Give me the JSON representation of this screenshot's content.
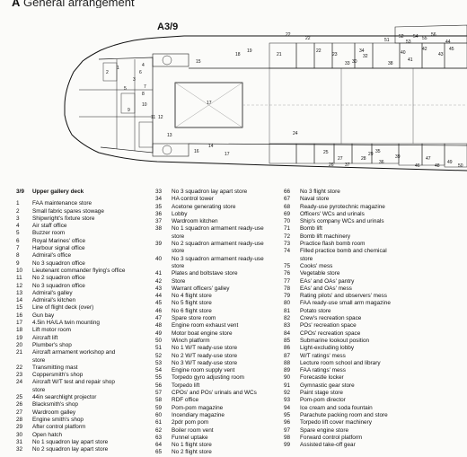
{
  "header": {
    "section_letter": "A",
    "section_title": "General arrangement"
  },
  "plan": {
    "title": "A3/9",
    "labels": [
      "22",
      "22",
      "1",
      "2",
      "3",
      "4",
      "5",
      "6",
      "7",
      "8",
      "9",
      "10",
      "11",
      "12",
      "13",
      "14",
      "15",
      "16",
      "17",
      "17",
      "18",
      "19",
      "21",
      "22",
      "23",
      "24",
      "25",
      "26",
      "27",
      "28",
      "29",
      "30",
      "32",
      "33",
      "34",
      "35",
      "36",
      "37",
      "38",
      "39",
      "40",
      "41",
      "42",
      "43",
      "44",
      "45",
      "46",
      "47",
      "48",
      "49",
      "50",
      "51",
      "52",
      "53",
      "54",
      "55",
      "56"
    ]
  },
  "legend": {
    "title_num": "3/9",
    "title": "Upper gallery deck",
    "columns": [
      [
        {
          "n": "1",
          "t": "FAA maintenance store"
        },
        {
          "n": "2",
          "t": "Small fabric spares stowage"
        },
        {
          "n": "3",
          "t": "Shipwright's fixture store"
        },
        {
          "n": "4",
          "t": "Air staff office"
        },
        {
          "n": "5",
          "t": "Buzzer room"
        },
        {
          "n": "6",
          "t": "Royal Marines' office"
        },
        {
          "n": "7",
          "t": "Harbour signal office"
        },
        {
          "n": "8",
          "t": "Admiral's office"
        },
        {
          "n": "9",
          "t": "No 3 squadron office"
        },
        {
          "n": "10",
          "t": "Lieutenant commander flying's office"
        },
        {
          "n": "11",
          "t": "No 2 squadron office"
        },
        {
          "n": "12",
          "t": "No 3 squadron office"
        },
        {
          "n": "13",
          "t": "Admiral's galley"
        },
        {
          "n": "14",
          "t": "Admiral's kitchen"
        },
        {
          "n": "15",
          "t": "Line of flight deck (over)"
        },
        {
          "n": "16",
          "t": "Gun bay"
        },
        {
          "n": "17",
          "t": "4.5in HA/LA twin mounting"
        },
        {
          "n": "18",
          "t": "Lift motor room"
        },
        {
          "n": "19",
          "t": "Aircraft lift"
        },
        {
          "n": "20",
          "t": "Plumber's shop"
        },
        {
          "n": "21",
          "t": "Aircraft armament workshop and"
        },
        {
          "n": "",
          "t": "store"
        },
        {
          "n": "22",
          "t": "Transmitting mast"
        },
        {
          "n": "23",
          "t": "Coppersmith's shop"
        },
        {
          "n": "24",
          "t": "Aircraft W/T test and repair shop"
        },
        {
          "n": "",
          "t": "store"
        },
        {
          "n": "25",
          "t": "44in searchlight projector"
        },
        {
          "n": "26",
          "t": "Blacksmith's shop"
        },
        {
          "n": "27",
          "t": "Wardroom galley"
        },
        {
          "n": "28",
          "t": "Engine smith's shop"
        },
        {
          "n": "29",
          "t": "After control platform"
        },
        {
          "n": "30",
          "t": "Open hatch"
        },
        {
          "n": "31",
          "t": "No 1 squadron lay apart store"
        },
        {
          "n": "32",
          "t": "No 2 squadron lay apart store"
        }
      ],
      [
        {
          "n": "33",
          "t": "No 3 squadron lay apart store"
        },
        {
          "n": "34",
          "t": "HA control tower"
        },
        {
          "n": "35",
          "t": "Acetone generating store"
        },
        {
          "n": "36",
          "t": "Lobby"
        },
        {
          "n": "37",
          "t": "Wardroom kitchen"
        },
        {
          "n": "38",
          "t": "No 1 squadron armament ready-use"
        },
        {
          "n": "",
          "t": "store"
        },
        {
          "n": "39",
          "t": "No 2 squadron armament ready-use"
        },
        {
          "n": "",
          "t": "store"
        },
        {
          "n": "40",
          "t": "No 3 squadron armament ready-use"
        },
        {
          "n": "",
          "t": "store"
        },
        {
          "n": "41",
          "t": "Plates and boltstave store"
        },
        {
          "n": "42",
          "t": "Store"
        },
        {
          "n": "43",
          "t": "Warrant officers' galley"
        },
        {
          "n": "44",
          "t": "No 4 flight store"
        },
        {
          "n": "45",
          "t": "No 5 flight store"
        },
        {
          "n": "46",
          "t": "No 6 flight store"
        },
        {
          "n": "47",
          "t": "Spare store room"
        },
        {
          "n": "48",
          "t": "Engine room exhaust vent"
        },
        {
          "n": "49",
          "t": "Motor boat engine store"
        },
        {
          "n": "50",
          "t": "Winch platform"
        },
        {
          "n": "51",
          "t": "No 1 W/T ready-use store"
        },
        {
          "n": "52",
          "t": "No 2 W/T ready-use store"
        },
        {
          "n": "53",
          "t": "No 3 W/T ready-use store"
        },
        {
          "n": "54",
          "t": "Engine room supply vent"
        },
        {
          "n": "55",
          "t": "Torpedo gyro adjusting room"
        },
        {
          "n": "56",
          "t": "Torpedo lift"
        },
        {
          "n": "57",
          "t": "CPOs' and POs' urinals and WCs"
        },
        {
          "n": "58",
          "t": "RDF office"
        },
        {
          "n": "59",
          "t": "Pom-pom magazine"
        },
        {
          "n": "60",
          "t": "Incendiary magazine"
        },
        {
          "n": "61",
          "t": "2pdr pom pom"
        },
        {
          "n": "62",
          "t": "Boiler room vent"
        },
        {
          "n": "63",
          "t": "Funnel uptake"
        },
        {
          "n": "64",
          "t": "No 1 flight store"
        },
        {
          "n": "65",
          "t": "No 2 flight store"
        }
      ],
      [
        {
          "n": "66",
          "t": "No 3 flight store"
        },
        {
          "n": "67",
          "t": "Naval store"
        },
        {
          "n": "68",
          "t": "Ready-use pyrotechnic magazine"
        },
        {
          "n": "69",
          "t": "Officers' WCs and urinals"
        },
        {
          "n": "70",
          "t": "Ship's company WCs and urinals"
        },
        {
          "n": "71",
          "t": "Bomb lift"
        },
        {
          "n": "72",
          "t": "Bomb lift machinery"
        },
        {
          "n": "73",
          "t": "Practice flash bomb room"
        },
        {
          "n": "74",
          "t": "Filled practice bomb and chemical"
        },
        {
          "n": "",
          "t": "store"
        },
        {
          "n": "75",
          "t": "Cooks' mess"
        },
        {
          "n": "76",
          "t": "Vegetable store"
        },
        {
          "n": "77",
          "t": "EAs' and OAs' pantry"
        },
        {
          "n": "78",
          "t": "EAs' and OAs' mess"
        },
        {
          "n": "79",
          "t": "Rating pilots' and observers' mess"
        },
        {
          "n": "80",
          "t": "FAA ready-use small arm magazine"
        },
        {
          "n": "81",
          "t": "Potato store"
        },
        {
          "n": "82",
          "t": "Crew's recreation space"
        },
        {
          "n": "83",
          "t": "POs' recreation space"
        },
        {
          "n": "84",
          "t": "CPOs' recreation space"
        },
        {
          "n": "85",
          "t": "Submarine lookout position"
        },
        {
          "n": "86",
          "t": "Light-excluding lobby"
        },
        {
          "n": "87",
          "t": "W/T ratings' mess"
        },
        {
          "n": "88",
          "t": "Lecture room school and library"
        },
        {
          "n": "89",
          "t": "FAA ratings' mess"
        },
        {
          "n": "90",
          "t": "Forecastle locker"
        },
        {
          "n": "91",
          "t": "Gymnastic gear store"
        },
        {
          "n": "92",
          "t": "Paint stage store"
        },
        {
          "n": "93",
          "t": "Pom-pom director"
        },
        {
          "n": "94",
          "t": "Ice cream and soda fountain"
        },
        {
          "n": "95",
          "t": "Parachute packing room and store"
        },
        {
          "n": "96",
          "t": "Torpedo lift cover machinery"
        },
        {
          "n": "97",
          "t": "Spare engine store"
        },
        {
          "n": "98",
          "t": "Forward control platform"
        },
        {
          "n": "99",
          "t": "Assisted take-off gear"
        }
      ]
    ]
  }
}
